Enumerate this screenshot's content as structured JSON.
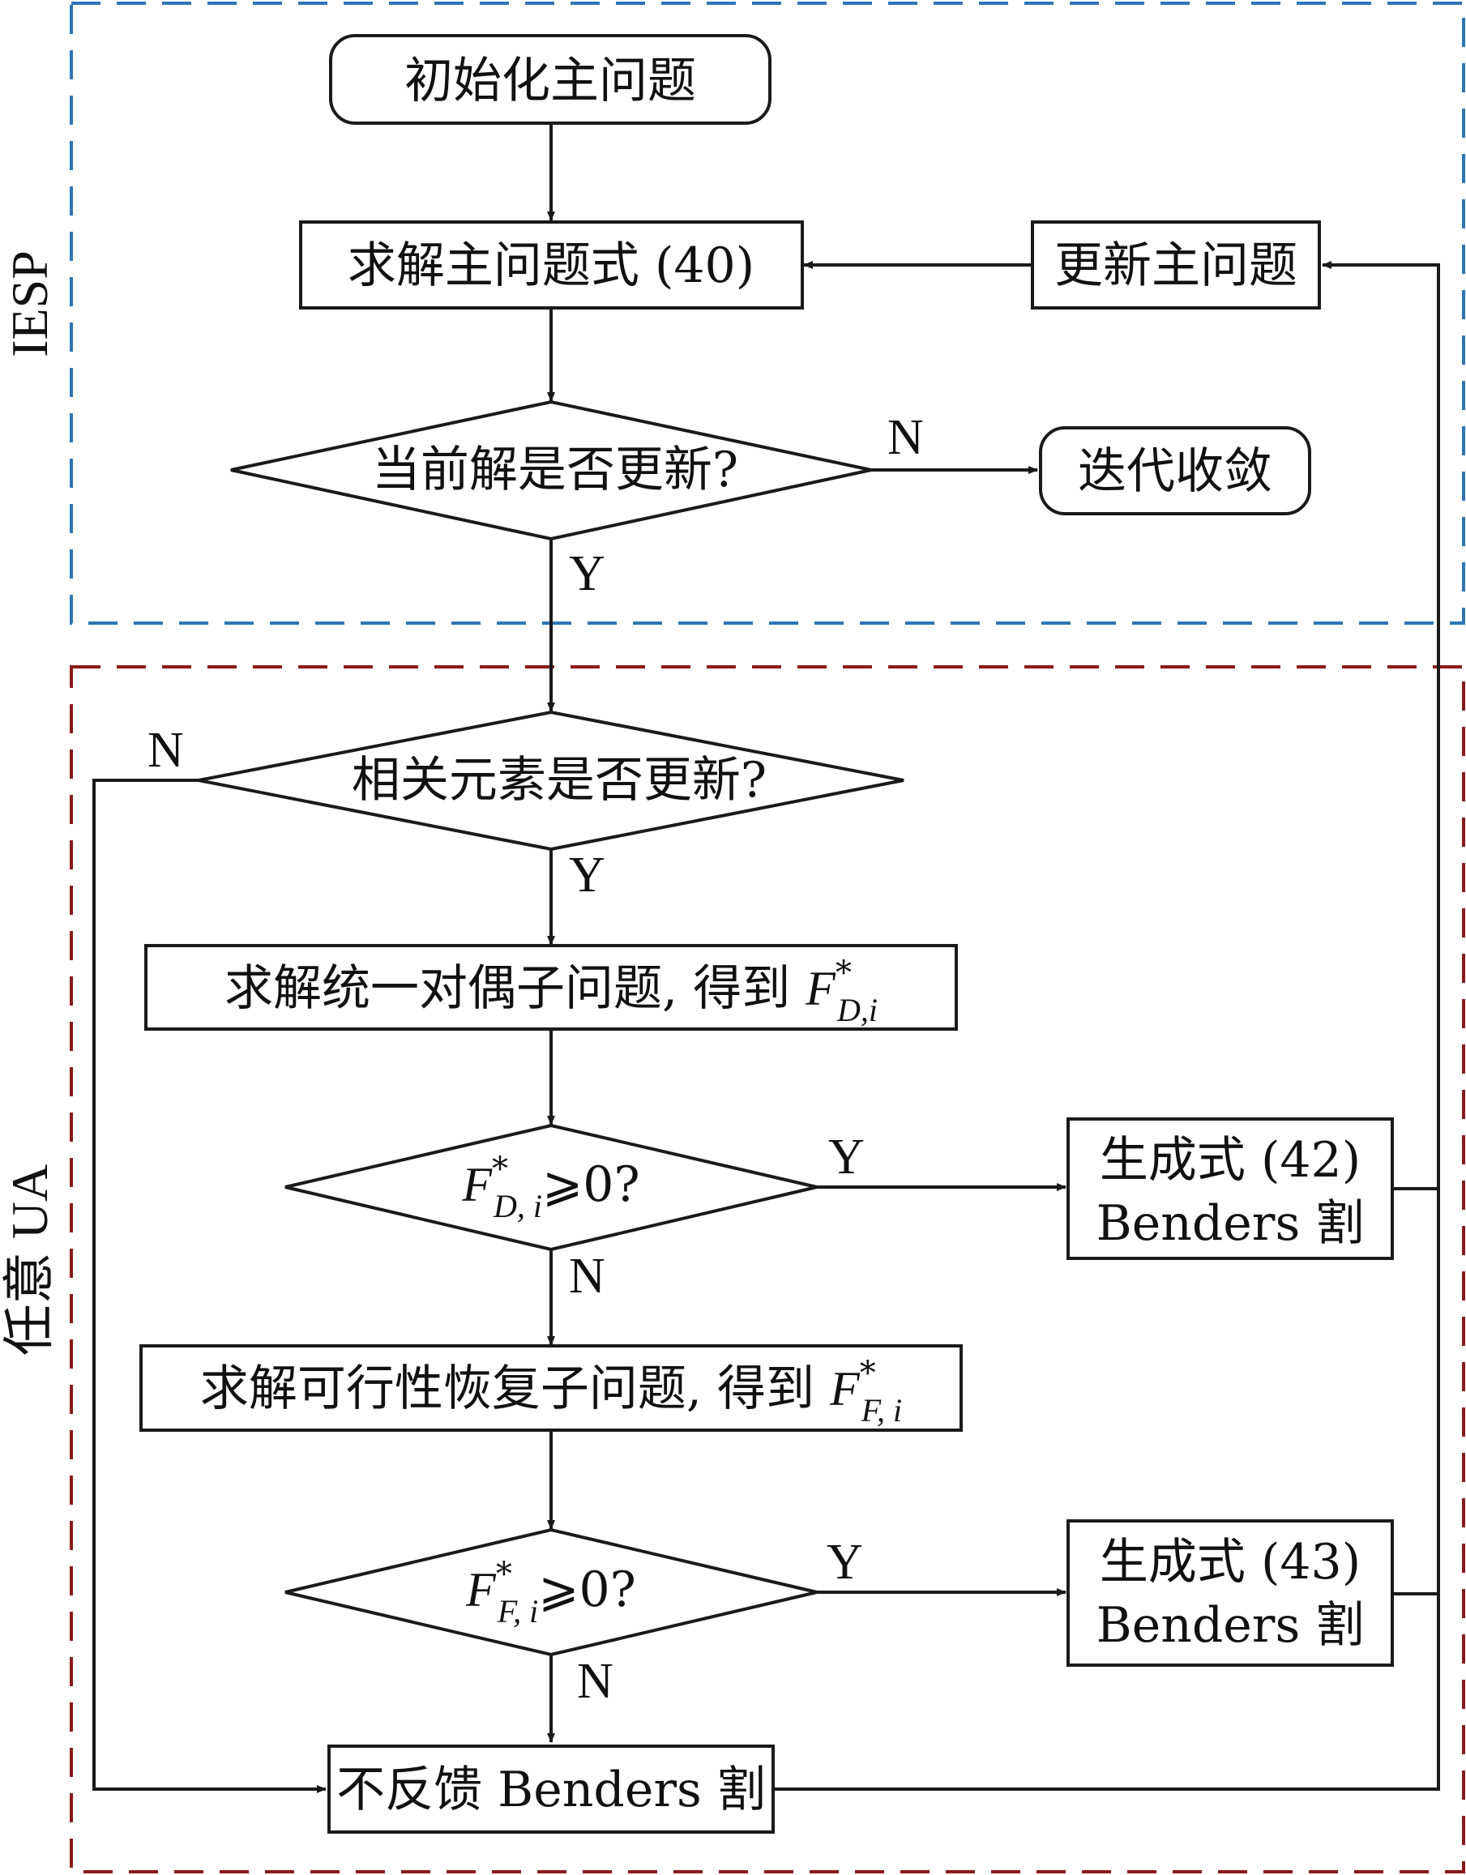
{
  "colors": {
    "iesp_border": "#2e75b6",
    "ua_border": "#8b1a1a",
    "stroke": "#1a1a1a"
  },
  "regions": {
    "iesp": "IESP",
    "ua": "任意 UA"
  },
  "nodes": {
    "init": "初始化主问题",
    "solve_master": "求解主问题式 (40)",
    "update_master": "更新主问题",
    "sol_updated": "当前解是否更新?",
    "converged": "迭代收敛",
    "elem_updated": "相关元素是否更新?",
    "dual_sub_text": "求解统一对偶子问题, 得到 ",
    "dual_F": "F",
    "dual_sup": "*",
    "dual_sub": "D,i",
    "check_dual_F": "F",
    "check_dual_sup": "*",
    "check_dual_sub": "D, i",
    "check_dual_tail": "⩾0?",
    "cut42_line1": "生成式 (42)",
    "cut42_line2": "Benders 割",
    "feas_sub_text": "求解可行性恢复子问题, 得到 ",
    "feas_F": "F",
    "feas_sup": "*",
    "feas_sub": "F, i",
    "check_feas_F": "F",
    "check_feas_sup": "*",
    "check_feas_sub": "F, i",
    "check_feas_tail": "⩾0?",
    "cut43_line1": "生成式 (43)",
    "cut43_line2": "Benders 割",
    "no_cut": "不反馈 Benders 割"
  },
  "edge_labels": {
    "yes": "Y",
    "no": "N"
  }
}
